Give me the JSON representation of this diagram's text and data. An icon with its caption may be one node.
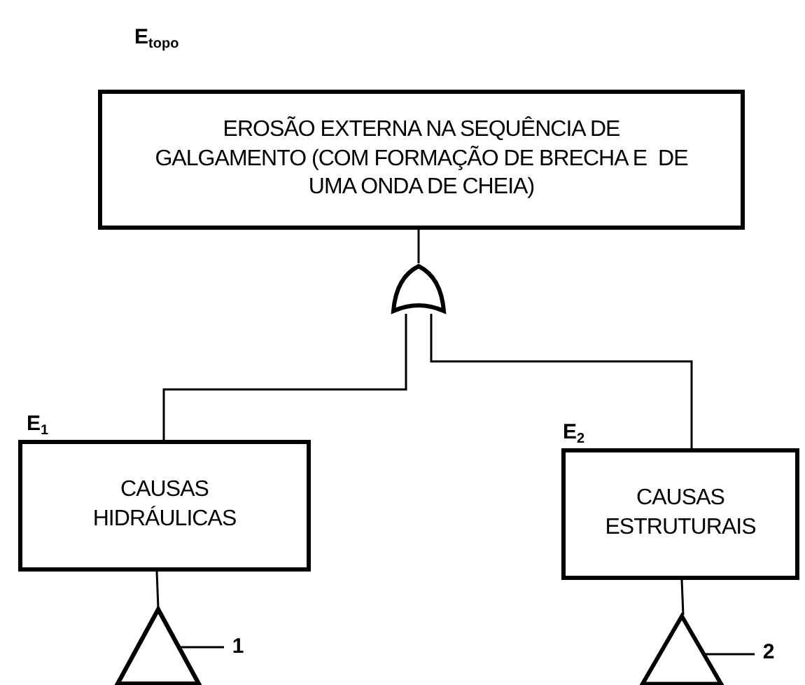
{
  "diagram": {
    "nodes": [
      {
        "text": [
          "EROSÃO EXTERNA NA SEQUÊNCIA DE GALGAMENTO (COM FORMAÇÃO DE BRECHA E  DE UMA ONDA DE CHEIA)"
        ],
        "beside": [
          "E$_{topo}$"
        ]
      },
      {
        "text": [],
        "shape": "gate"
      },
      {
        "text": [
          "CAUSAS HIDRÁULICAS"
        ],
        "beside": [
          "E$_{1}$"
        ]
      },
      {
        "text": [
          "CAUSAS ESTRUTURAIS"
        ],
        "beside": [
          "E$_{2}$"
        ]
      },
      {
        "text": [],
        "shape": "triangle"
      },
      {
        "text": [],
        "shape": "triangle"
      },
      {
        "text": [
          "1"
        ]
      },
      {
        "text": [
          "2"
        ]
      }
    ],
    "edges": [
      {
        "from": 1,
        "to": 0,
        "arrow": "none"
      },
      {
        "from": 2,
        "to": 1,
        "arrow": "none"
      },
      {
        "from": 3,
        "to": 1,
        "arrow": "none"
      },
      {
        "from": 4,
        "to": 2,
        "arrow": "none"
      },
      {
        "from": 5,
        "to": 3,
        "arrow": "none"
      },
      {
        "from": 6,
        "to": 4,
        "arrow": "none"
      },
      {
        "from": 7,
        "to": 5,
        "arrow": "none"
      }
    ]
  }
}
